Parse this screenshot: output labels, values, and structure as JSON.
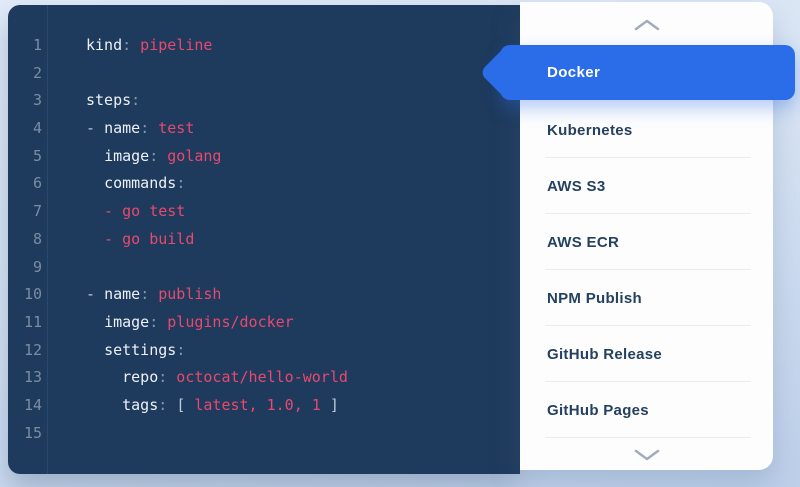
{
  "editor": {
    "lines": [
      {
        "n": "1",
        "tokens": [
          {
            "t": "kind",
            "c": "key"
          },
          {
            "t": ":",
            "c": "punct"
          },
          {
            "t": " pipeline",
            "c": "val"
          }
        ]
      },
      {
        "n": "2",
        "tokens": []
      },
      {
        "n": "3",
        "tokens": [
          {
            "t": "steps",
            "c": "key"
          },
          {
            "t": ":",
            "c": "punct"
          }
        ]
      },
      {
        "n": "4",
        "tokens": [
          {
            "t": "- ",
            "c": "dash"
          },
          {
            "t": "name",
            "c": "key"
          },
          {
            "t": ":",
            "c": "punct"
          },
          {
            "t": " test",
            "c": "val"
          }
        ]
      },
      {
        "n": "5",
        "tokens": [
          {
            "t": "  ",
            "c": "plain"
          },
          {
            "t": "image",
            "c": "key"
          },
          {
            "t": ":",
            "c": "punct"
          },
          {
            "t": " golang",
            "c": "val"
          }
        ]
      },
      {
        "n": "6",
        "tokens": [
          {
            "t": "  ",
            "c": "plain"
          },
          {
            "t": "commands",
            "c": "key"
          },
          {
            "t": ":",
            "c": "punct"
          }
        ]
      },
      {
        "n": "7",
        "tokens": [
          {
            "t": "  - go test",
            "c": "val"
          }
        ]
      },
      {
        "n": "8",
        "tokens": [
          {
            "t": "  - go build",
            "c": "val"
          }
        ]
      },
      {
        "n": "9",
        "tokens": []
      },
      {
        "n": "10",
        "tokens": [
          {
            "t": "- ",
            "c": "dash"
          },
          {
            "t": "name",
            "c": "key"
          },
          {
            "t": ":",
            "c": "punct"
          },
          {
            "t": " publish",
            "c": "val"
          }
        ]
      },
      {
        "n": "11",
        "tokens": [
          {
            "t": "  ",
            "c": "plain"
          },
          {
            "t": "image",
            "c": "key"
          },
          {
            "t": ":",
            "c": "punct"
          },
          {
            "t": " plugins/docker",
            "c": "val"
          }
        ]
      },
      {
        "n": "12",
        "tokens": [
          {
            "t": "  ",
            "c": "plain"
          },
          {
            "t": "settings",
            "c": "key"
          },
          {
            "t": ":",
            "c": "punct"
          }
        ]
      },
      {
        "n": "13",
        "tokens": [
          {
            "t": "    ",
            "c": "plain"
          },
          {
            "t": "repo",
            "c": "key"
          },
          {
            "t": ":",
            "c": "punct"
          },
          {
            "t": " octocat/hello-world",
            "c": "val"
          }
        ]
      },
      {
        "n": "14",
        "tokens": [
          {
            "t": "    ",
            "c": "plain"
          },
          {
            "t": "tags",
            "c": "key"
          },
          {
            "t": ":",
            "c": "punct"
          },
          {
            "t": " ",
            "c": "plain"
          },
          {
            "t": "[",
            "c": "bracket"
          },
          {
            "t": " latest, 1.0, 1 ",
            "c": "val"
          },
          {
            "t": "]",
            "c": "bracket"
          }
        ]
      },
      {
        "n": "15",
        "tokens": []
      }
    ]
  },
  "plugins": {
    "active_item": "Docker",
    "items": [
      "Kubernetes",
      "AWS S3",
      "AWS ECR",
      "NPM Publish",
      "GitHub Release",
      "GitHub Pages"
    ],
    "scroll_up_icon": "chevron-up",
    "scroll_down_icon": "chevron-down"
  },
  "colors": {
    "accent_blue": "#2b6ce8",
    "panel_dark": "#1e3a5c",
    "value_pink": "#e8496e",
    "item_navy": "#24415f"
  }
}
